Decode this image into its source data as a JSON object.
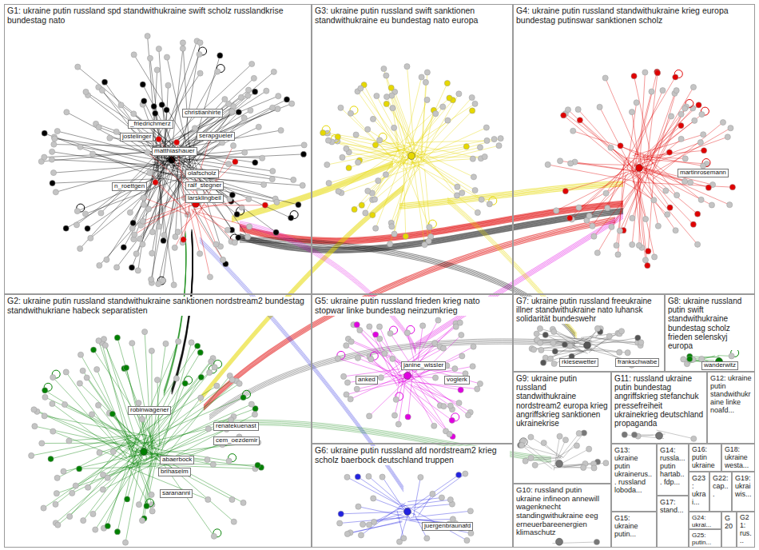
{
  "diagram": {
    "nodes": [
      {
        "text": [
          "G1: ukraine putin russland spd standwithukraine swift scholz russlandkrise bundestag nato"
        ]
      },
      {
        "text": [
          "G2: ukraine putin russland standwithukraine sanktionen nordstream2 bundestag standwithukriane habeck separatisten"
        ]
      },
      {
        "text": [
          "G3: ukraine putin russland swift sanktionen standwithukraine eu bundestag nato europa"
        ]
      },
      {
        "text": [
          "G4: ukraine putin russland standwithukraine krieg europa bundestag putinswar sanktionen scholz"
        ]
      },
      {
        "text": [
          "G5: ukraine putin russland frieden krieg nato stopwar linke bundestag neinzumkrieg"
        ]
      },
      {
        "text": [
          "G6: ukraine putin russland afd nordstream2 krieg scholz baerbock deutschland truppen"
        ]
      },
      {
        "text": [
          "G7: ukraine putin russland freeukraine illner standwithukraine nato luhansk solidarität bundeswehr"
        ]
      },
      {
        "text": [
          "G8: ukraine russland putin swift standwithukraine bundestag scholz frieden selenskyj europa"
        ]
      },
      {
        "text": [
          "G9: ukraine putin russland standwithukraine nordstream2 europa krieg angriffskrieg sanktionen ukrainekrise"
        ]
      },
      {
        "text": [
          "G10: russland putin ukraine infineon annewill wagenknecht standingwithukraine eeg erneuerbareenergien klimaschutz"
        ]
      },
      {
        "text": [
          "G11: russland ukraine putin bundestag angriffskrieg stefanchuk pressefreiheit ukrainekrieg deutschland propaganda"
        ]
      },
      {
        "text": [
          "G12: ukraine putin standwithukraine linke noafd..."
        ]
      },
      {
        "text": [
          "G13: ukraine putin ukrainerus... russland loboda..."
        ]
      },
      {
        "text": [
          "G14: russla... putin hartab... fdp..."
        ]
      },
      {
        "text": [
          "G15: ukraine putin..."
        ]
      },
      {
        "text": [
          "G16: putin ukraine"
        ]
      },
      {
        "text": [
          "G17: stand..."
        ]
      },
      {
        "text": [
          "G18: ukraine westa..."
        ]
      },
      {
        "text": [
          "G19: ukrai wis..."
        ]
      },
      {
        "text": [
          "G20"
        ]
      },
      {
        "text": [
          "G21: rus..."
        ]
      },
      {
        "text": [
          "G22: cap..."
        ]
      },
      {
        "text": [
          "G23: ukrai..."
        ]
      },
      {
        "text": [
          "G24: ukrai..."
        ]
      },
      {
        "text": [
          "G25: putin..."
        ]
      }
    ],
    "labels": [
      "_friedrichmerz",
      "christianhirte",
      "jostelinger",
      "serapgueler",
      "matthiashauer",
      "n_roettgen",
      "olafscholz",
      "ralf_stegner",
      "larsklingbeil",
      "robinwagener",
      "renatekuenast",
      "cem_oezdemir",
      "abaerbock",
      "brihaselm",
      "sarananni",
      "martinrosemann",
      "anked",
      "janine_wissler",
      "voglerk",
      "juergenbraunafd",
      "rkiesewetter",
      "frankschwabe",
      "wanderwitz"
    ]
  }
}
